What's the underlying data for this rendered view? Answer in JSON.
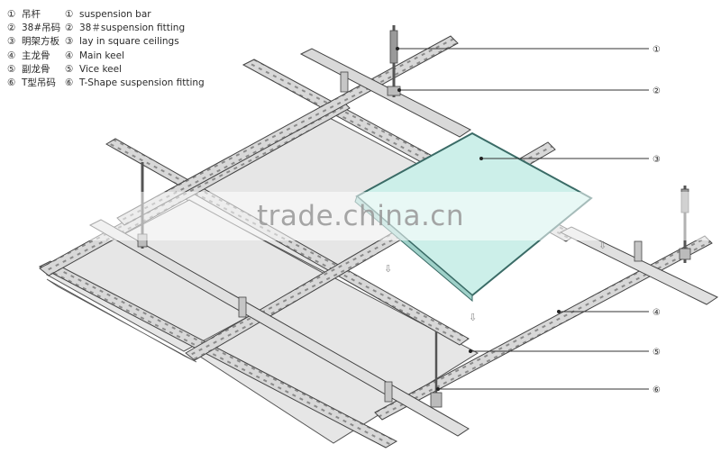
{
  "legend": [
    {
      "num_cn": "①",
      "cn": "吊杆",
      "num_en": "①",
      "en": "suspension bar"
    },
    {
      "num_cn": "②",
      "cn": "38#吊码",
      "num_en": "②",
      "en": "38＃suspension fitting"
    },
    {
      "num_cn": "③",
      "cn": "明架方板",
      "num_en": "③",
      "en": "lay in square ceilings"
    },
    {
      "num_cn": "④",
      "cn": "主龙骨",
      "num_en": "④",
      "en": "Main keel"
    },
    {
      "num_cn": "⑤",
      "cn": "副龙骨",
      "num_en": "⑤",
      "en": "Vice keel"
    },
    {
      "num_cn": "⑥",
      "cn": "T型吊码",
      "num_en": "⑥",
      "en": "T-Shape suspension fitting"
    }
  ],
  "callouts": [
    "①",
    "②",
    "③",
    "④",
    "⑤",
    "⑥"
  ],
  "watermark": "trade.china.cn",
  "colors": {
    "panel": "#e6e6e6",
    "glass": "#ccefe9",
    "rail": "#d0d0d0",
    "line": "#333333"
  }
}
